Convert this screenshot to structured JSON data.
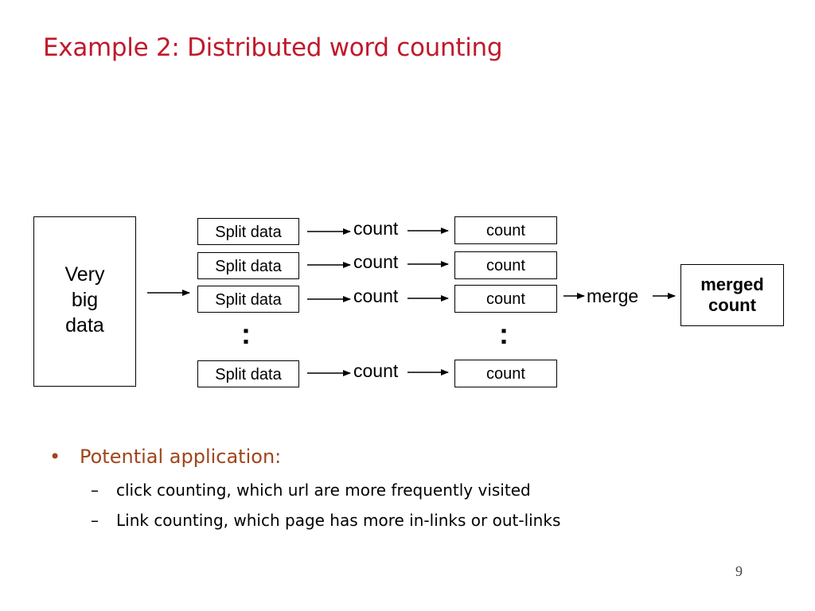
{
  "slide": {
    "title": "Example 2: Distributed word counting",
    "page_number": "9"
  },
  "diagram": {
    "source": [
      "Very",
      "big",
      "data"
    ],
    "split_label": "Split data",
    "count_label": "count",
    "merge_label": "merge",
    "vertical_ellipsis": ":",
    "result": [
      "merged",
      "count"
    ]
  },
  "bullets": {
    "main": "Potential application:",
    "sub": [
      "click counting, which url are more frequently visited",
      "Link counting, which page has more in-links or out-links"
    ],
    "bullet_symbol": "•",
    "dash_symbol": "–"
  },
  "colors": {
    "title": "#c0192b",
    "bullet": "#a0451a"
  }
}
